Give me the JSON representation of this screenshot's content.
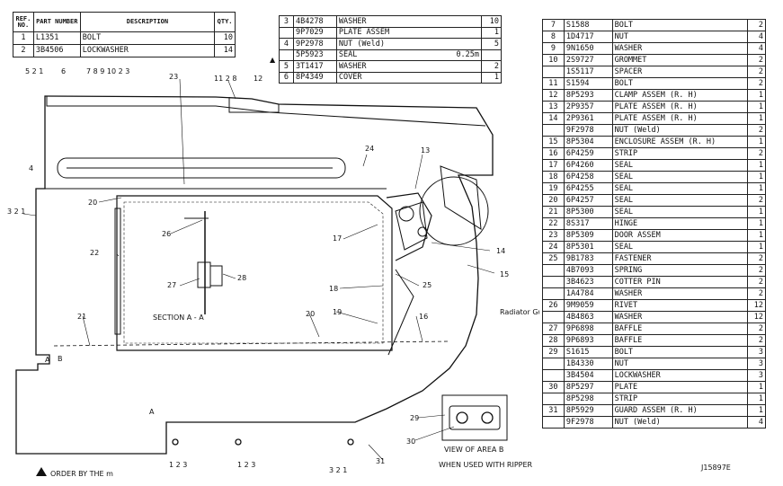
{
  "header_table": {
    "headers": {
      "ref_no": "REF. NO.",
      "part_number": "PART NUMBER",
      "description": "DESCRIPTION",
      "qty": "QTY."
    },
    "rows": [
      {
        "ref": "1",
        "part": "L1351",
        "desc": "BOLT",
        "qty": "10"
      },
      {
        "ref": "2",
        "part": "3B4506",
        "desc": "LOCKWASHER",
        "qty": "14"
      }
    ]
  },
  "top_table": {
    "rows": [
      {
        "ref": "3",
        "part": "4B4278",
        "desc": "WASHER",
        "qty": "10"
      },
      {
        "ref": "",
        "part": "9P7029",
        "desc": "PLATE ASSEM",
        "qty": "1"
      },
      {
        "ref": "4",
        "part": "9P2978",
        "desc": "NUT (Weld)",
        "qty": "5"
      },
      {
        "ref": "",
        "part": "5P5923",
        "desc": "SEAL",
        "extra": "0.25m",
        "qty": ""
      },
      {
        "ref": "5",
        "part": "3T1417",
        "desc": "WASHER",
        "qty": "2"
      },
      {
        "ref": "6",
        "part": "8P4349",
        "desc": "COVER",
        "qty": "1"
      }
    ]
  },
  "right_table": {
    "rows": [
      {
        "ref": "7",
        "part": "S1588",
        "desc": "BOLT",
        "qty": "2"
      },
      {
        "ref": "8",
        "part": "1D4717",
        "desc": "NUT",
        "qty": "4"
      },
      {
        "ref": "9",
        "part": "9N1650",
        "desc": "WASHER",
        "qty": "4"
      },
      {
        "ref": "10",
        "part": "2S9727",
        "desc": "GROMMET",
        "qty": "2"
      },
      {
        "ref": "",
        "part": "1S5117",
        "desc": "SPACER",
        "qty": "2"
      },
      {
        "ref": "11",
        "part": "S1594",
        "desc": "BOLT",
        "qty": "2"
      },
      {
        "ref": "12",
        "part": "8P5293",
        "desc": "CLAMP ASSEM (R. H)",
        "qty": "1"
      },
      {
        "ref": "13",
        "part": "2P9357",
        "desc": "PLATE ASSEM (R. H)",
        "qty": "1"
      },
      {
        "ref": "14",
        "part": "2P9361",
        "desc": "PLATE ASSEM (R. H)",
        "qty": "1"
      },
      {
        "ref": "",
        "part": "9F2978",
        "desc": "NUT (Weld)",
        "qty": "2"
      },
      {
        "ref": "15",
        "part": "8P5304",
        "desc": "ENCLOSURE ASSEM (R. H)",
        "qty": "1"
      },
      {
        "ref": "16",
        "part": "6P4259",
        "desc": "STRIP",
        "qty": "2"
      },
      {
        "ref": "17",
        "part": "6P4260",
        "desc": "SEAL",
        "qty": "1"
      },
      {
        "ref": "18",
        "part": "6P4258",
        "desc": "SEAL",
        "qty": "1"
      },
      {
        "ref": "19",
        "part": "6P4255",
        "desc": "SEAL",
        "qty": "1"
      },
      {
        "ref": "20",
        "part": "6P4257",
        "desc": "SEAL",
        "qty": "2"
      },
      {
        "ref": "21",
        "part": "8P5300",
        "desc": "SEAL",
        "qty": "1"
      },
      {
        "ref": "22",
        "part": "8S317",
        "desc": "HINGE",
        "qty": "1"
      },
      {
        "ref": "23",
        "part": "8P5309",
        "desc": "DOOR ASSEM",
        "qty": "1"
      },
      {
        "ref": "24",
        "part": "8P5301",
        "desc": "SEAL",
        "qty": "1"
      },
      {
        "ref": "25",
        "part": "9B1783",
        "desc": "FASTENER",
        "qty": "2"
      },
      {
        "ref": "",
        "part": "4B7093",
        "desc": "SPRING",
        "qty": "2"
      },
      {
        "ref": "",
        "part": "3B4623",
        "desc": "COTTER PIN",
        "qty": "2"
      },
      {
        "ref": "",
        "part": "1A4784",
        "desc": "WASHER",
        "qty": "2"
      },
      {
        "ref": "26",
        "part": "9M9059",
        "desc": "RIVET",
        "qty": "12"
      },
      {
        "ref": "",
        "part": "4B4863",
        "desc": "WASHER",
        "qty": "12"
      },
      {
        "ref": "27",
        "part": "9P6898",
        "desc": "BAFFLE",
        "qty": "2"
      },
      {
        "ref": "28",
        "part": "9P6893",
        "desc": "BAFFLE",
        "qty": "2"
      },
      {
        "ref": "29",
        "part": "S1615",
        "desc": "BOLT",
        "qty": "3"
      },
      {
        "ref": "",
        "part": "1B4330",
        "desc": "NUT",
        "qty": "3"
      },
      {
        "ref": "",
        "part": "3B4504",
        "desc": "LOCKWASHER",
        "qty": "3"
      },
      {
        "ref": "30",
        "part": "8P5297",
        "desc": "PLATE",
        "qty": "1"
      },
      {
        "ref": "",
        "part": "8P5298",
        "desc": "STRIP",
        "qty": "1"
      },
      {
        "ref": "31",
        "part": "8P5929",
        "desc": "GUARD ASSEM (R. H)",
        "qty": "1"
      },
      {
        "ref": "",
        "part": "9F2978",
        "desc": "NUT (Weld)",
        "qty": "4"
      }
    ]
  },
  "drawing_labels": {
    "section_title": "SECTION A - A",
    "radiator_guard": "Radiator Guard",
    "view_area_b": "VIEW OF AREA B",
    "when_used": "WHEN USED WITH RIPPER",
    "order_by": "ORDER BY THE m",
    "drawing_no": "J15897E",
    "marker_a1": "A",
    "marker_a2": "A",
    "marker_b": "B",
    "calls": {
      "c52_1": "5 2 1",
      "c6": "6",
      "c78": "7 8 9 10 2 3",
      "c4": "4",
      "c321_left": "3 2 1",
      "c23": "23",
      "c11": "11 2 8",
      "c12": "12",
      "c24": "24",
      "c13": "13",
      "c20a": "20",
      "c26": "26",
      "c22": "22",
      "c17": "17",
      "c14": "14",
      "c15": "15",
      "c27": "27",
      "c28": "28",
      "c18": "18",
      "c25": "25",
      "c19": "19",
      "c20b": "20",
      "c16": "16",
      "c21": "21",
      "c29": "29",
      "c30": "30",
      "c31": "31",
      "c123a": "1 2 3",
      "c123b": "1 2 3",
      "c321_bottom": "3 2 1"
    }
  }
}
